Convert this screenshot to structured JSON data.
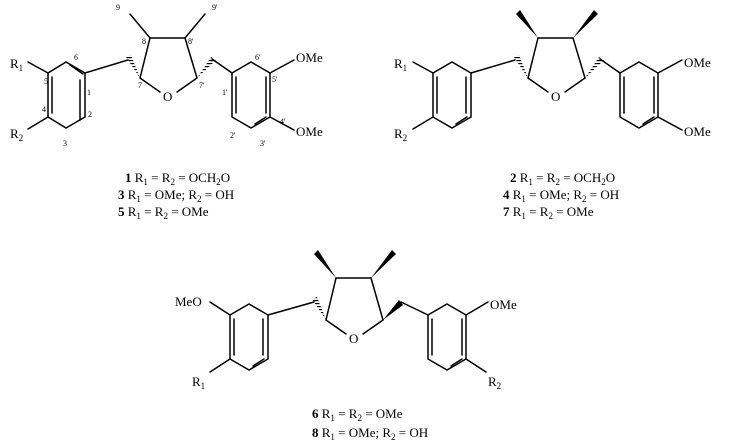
{
  "labels": {
    "ome": "OMe",
    "meo": "MeO",
    "o": "O",
    "r": "R",
    "one": "1",
    "two": "2"
  },
  "numbering": {
    "n1": "1",
    "n2": "2",
    "n3": "3",
    "n4": "4",
    "n5": "5",
    "n6": "6",
    "n7": "7",
    "n8": "8",
    "n9": "9",
    "n1p": "1'",
    "n2p": "2'",
    "n3p": "3'",
    "n4p": "4'",
    "n5p": "5'",
    "n6p": "6'",
    "n7p": "7'",
    "n8p": "8'",
    "n9p": "9'"
  },
  "captions": {
    "structure1": [
      {
        "num": "1",
        "text": "R1 = R2 = OCH2O"
      },
      {
        "num": "3",
        "text": "R1 = OMe; R2 = OH"
      },
      {
        "num": "5",
        "text": "R1 = R2 = OMe"
      }
    ],
    "structure2": [
      {
        "num": "2",
        "text": "R1 = R2 = OCH2O"
      },
      {
        "num": "4",
        "text": "R1 = OMe; R2 = OH"
      },
      {
        "num": "7",
        "text": "R1 = R2 = OMe"
      }
    ],
    "structure3": [
      {
        "num": "6",
        "text": "R1 = R2 = OMe"
      },
      {
        "num": "8",
        "text": "R1 = OMe; R2 = OH"
      }
    ]
  },
  "caption_parts": {
    "eq": " = ",
    "semi": "; ",
    "och": "OCH",
    "o": "O",
    "ome": "OMe",
    "oh": "OH"
  }
}
